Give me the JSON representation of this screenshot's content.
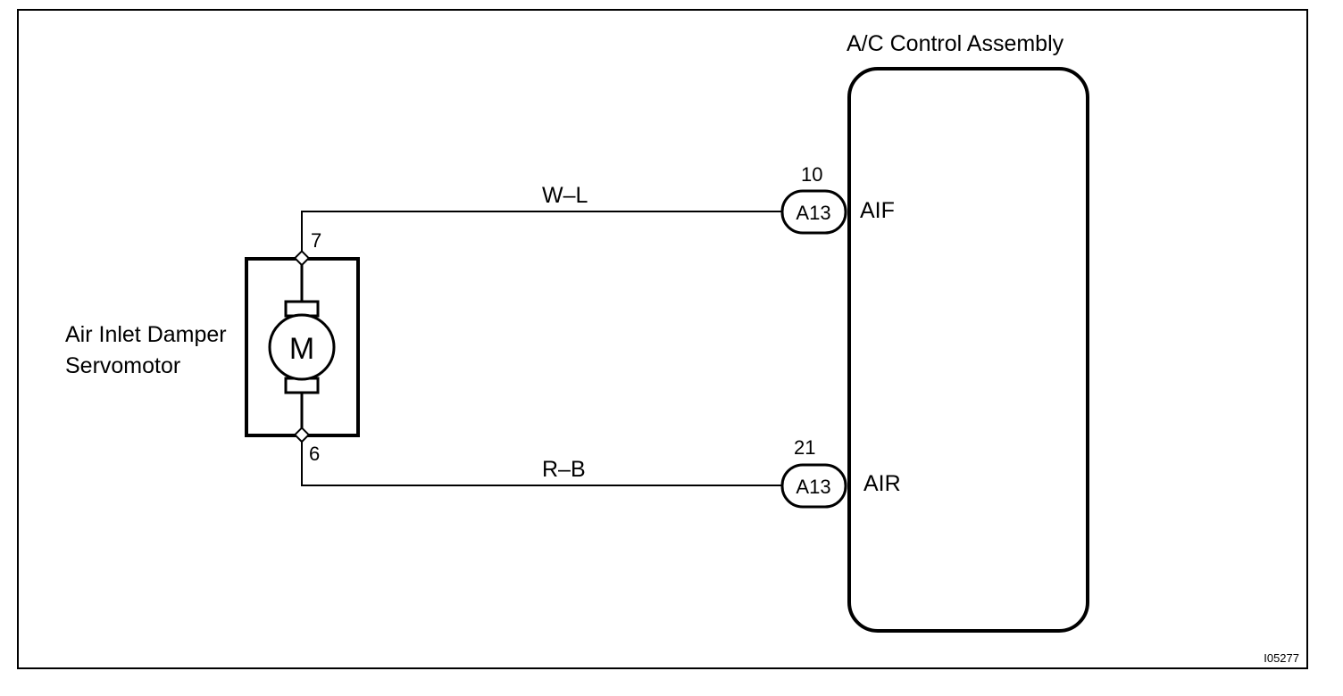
{
  "diagram": {
    "code": "I05277",
    "servomotor": {
      "label_line1": "Air Inlet Damper",
      "label_line2": "Servomotor",
      "symbol": "M",
      "pin_top": "7",
      "pin_bottom": "6"
    },
    "control": {
      "title": "A/C Control Assembly",
      "terminal_top": "AIF",
      "terminal_bottom": "AIR"
    },
    "wires": [
      {
        "color_code": "W–L",
        "connector": "A13",
        "pin": "10"
      },
      {
        "color_code": "R–B",
        "connector": "A13",
        "pin": "21"
      }
    ]
  }
}
